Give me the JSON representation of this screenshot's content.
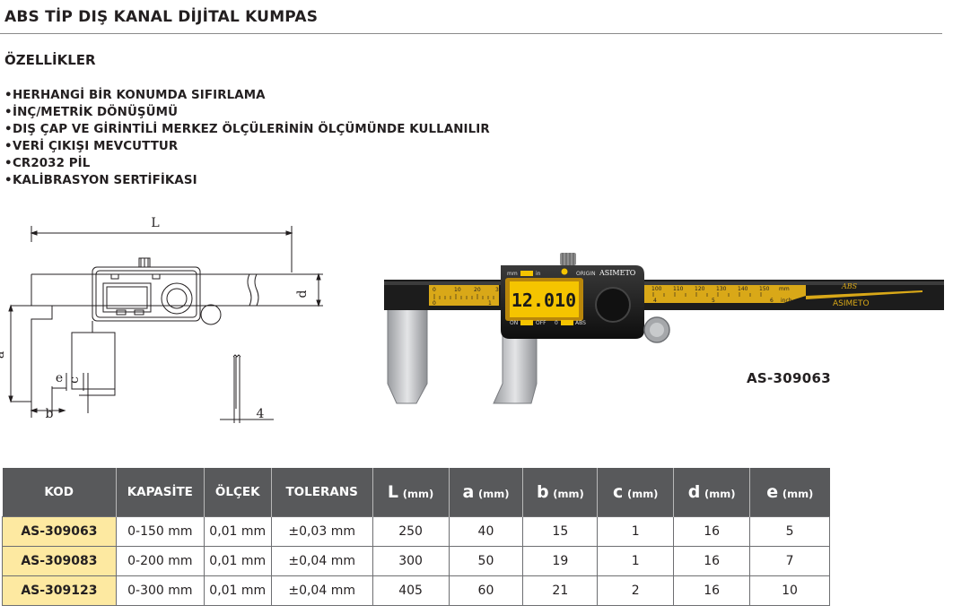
{
  "title": "ABS TİP DIŞ KANAL DİJİTAL KUMPAS",
  "features_heading": "ÖZELLİKLER",
  "features": [
    "HERHANGİ BİR KONUMDA SIFIRLAMA",
    "İNÇ/METRİK DÖNÜŞÜMÜ",
    "DIŞ ÇAP VE GİRİNTİLİ MERKEZ ÖLÇÜLERİNİN ÖLÇÜMÜNDE KULLANILIR",
    "VERİ ÇIKIŞI MEVCUTTUR",
    "CR2032 PİL",
    "KALİBRASYON SERTİFİKASI"
  ],
  "bullet": "•",
  "diagram": {
    "labels": {
      "L": "L",
      "d": "d",
      "a": "a",
      "e": "e",
      "c": "c",
      "b": "b",
      "thickness": "4"
    }
  },
  "photo": {
    "display_value": "12.010",
    "brand": "ASIMETO",
    "abs_mark": "ABS",
    "mm": "mm",
    "in": "in",
    "origin": "ORIGIN",
    "on": "ON",
    "off": "OFF",
    "zero": "0",
    "abs": "ABS",
    "inch": "inch",
    "scale_left": [
      "0",
      "10",
      "20",
      "3"
    ],
    "scale_right": [
      "100",
      "110",
      "120",
      "130",
      "140",
      "150"
    ],
    "scale_right_unit": "mm",
    "inch_scale_left": [
      "0",
      "1"
    ],
    "inch_scale_right": [
      "4",
      "5",
      "6"
    ]
  },
  "model_label": "AS-309063",
  "table": {
    "headers": [
      {
        "main": "KOD",
        "unit": ""
      },
      {
        "main": "KAPASİTE",
        "unit": ""
      },
      {
        "main": "ÖLÇEK",
        "unit": ""
      },
      {
        "main": "TOLERANS",
        "unit": ""
      },
      {
        "main": "L",
        "unit": "(mm)"
      },
      {
        "main": "a",
        "unit": "(mm)"
      },
      {
        "main": "b",
        "unit": "(mm)"
      },
      {
        "main": "c",
        "unit": "(mm)"
      },
      {
        "main": "d",
        "unit": "(mm)"
      },
      {
        "main": "e",
        "unit": "(mm)"
      }
    ],
    "rows": [
      [
        "AS-309063",
        "0-150 mm",
        "0,01 mm",
        "±0,03 mm",
        "250",
        "40",
        "15",
        "1",
        "16",
        "5"
      ],
      [
        "AS-309083",
        "0-200 mm",
        "0,01 mm",
        "±0,04 mm",
        "300",
        "50",
        "19",
        "1",
        "16",
        "7"
      ],
      [
        "AS-309123",
        "0-300 mm",
        "0,01 mm",
        "±0,04 mm",
        "405",
        "60",
        "21",
        "2",
        "16",
        "10"
      ]
    ]
  },
  "colors": {
    "header_bg": "#58595b",
    "code_cell_bg": "#fde9a1",
    "lcd_yellow": "#f5c400"
  }
}
